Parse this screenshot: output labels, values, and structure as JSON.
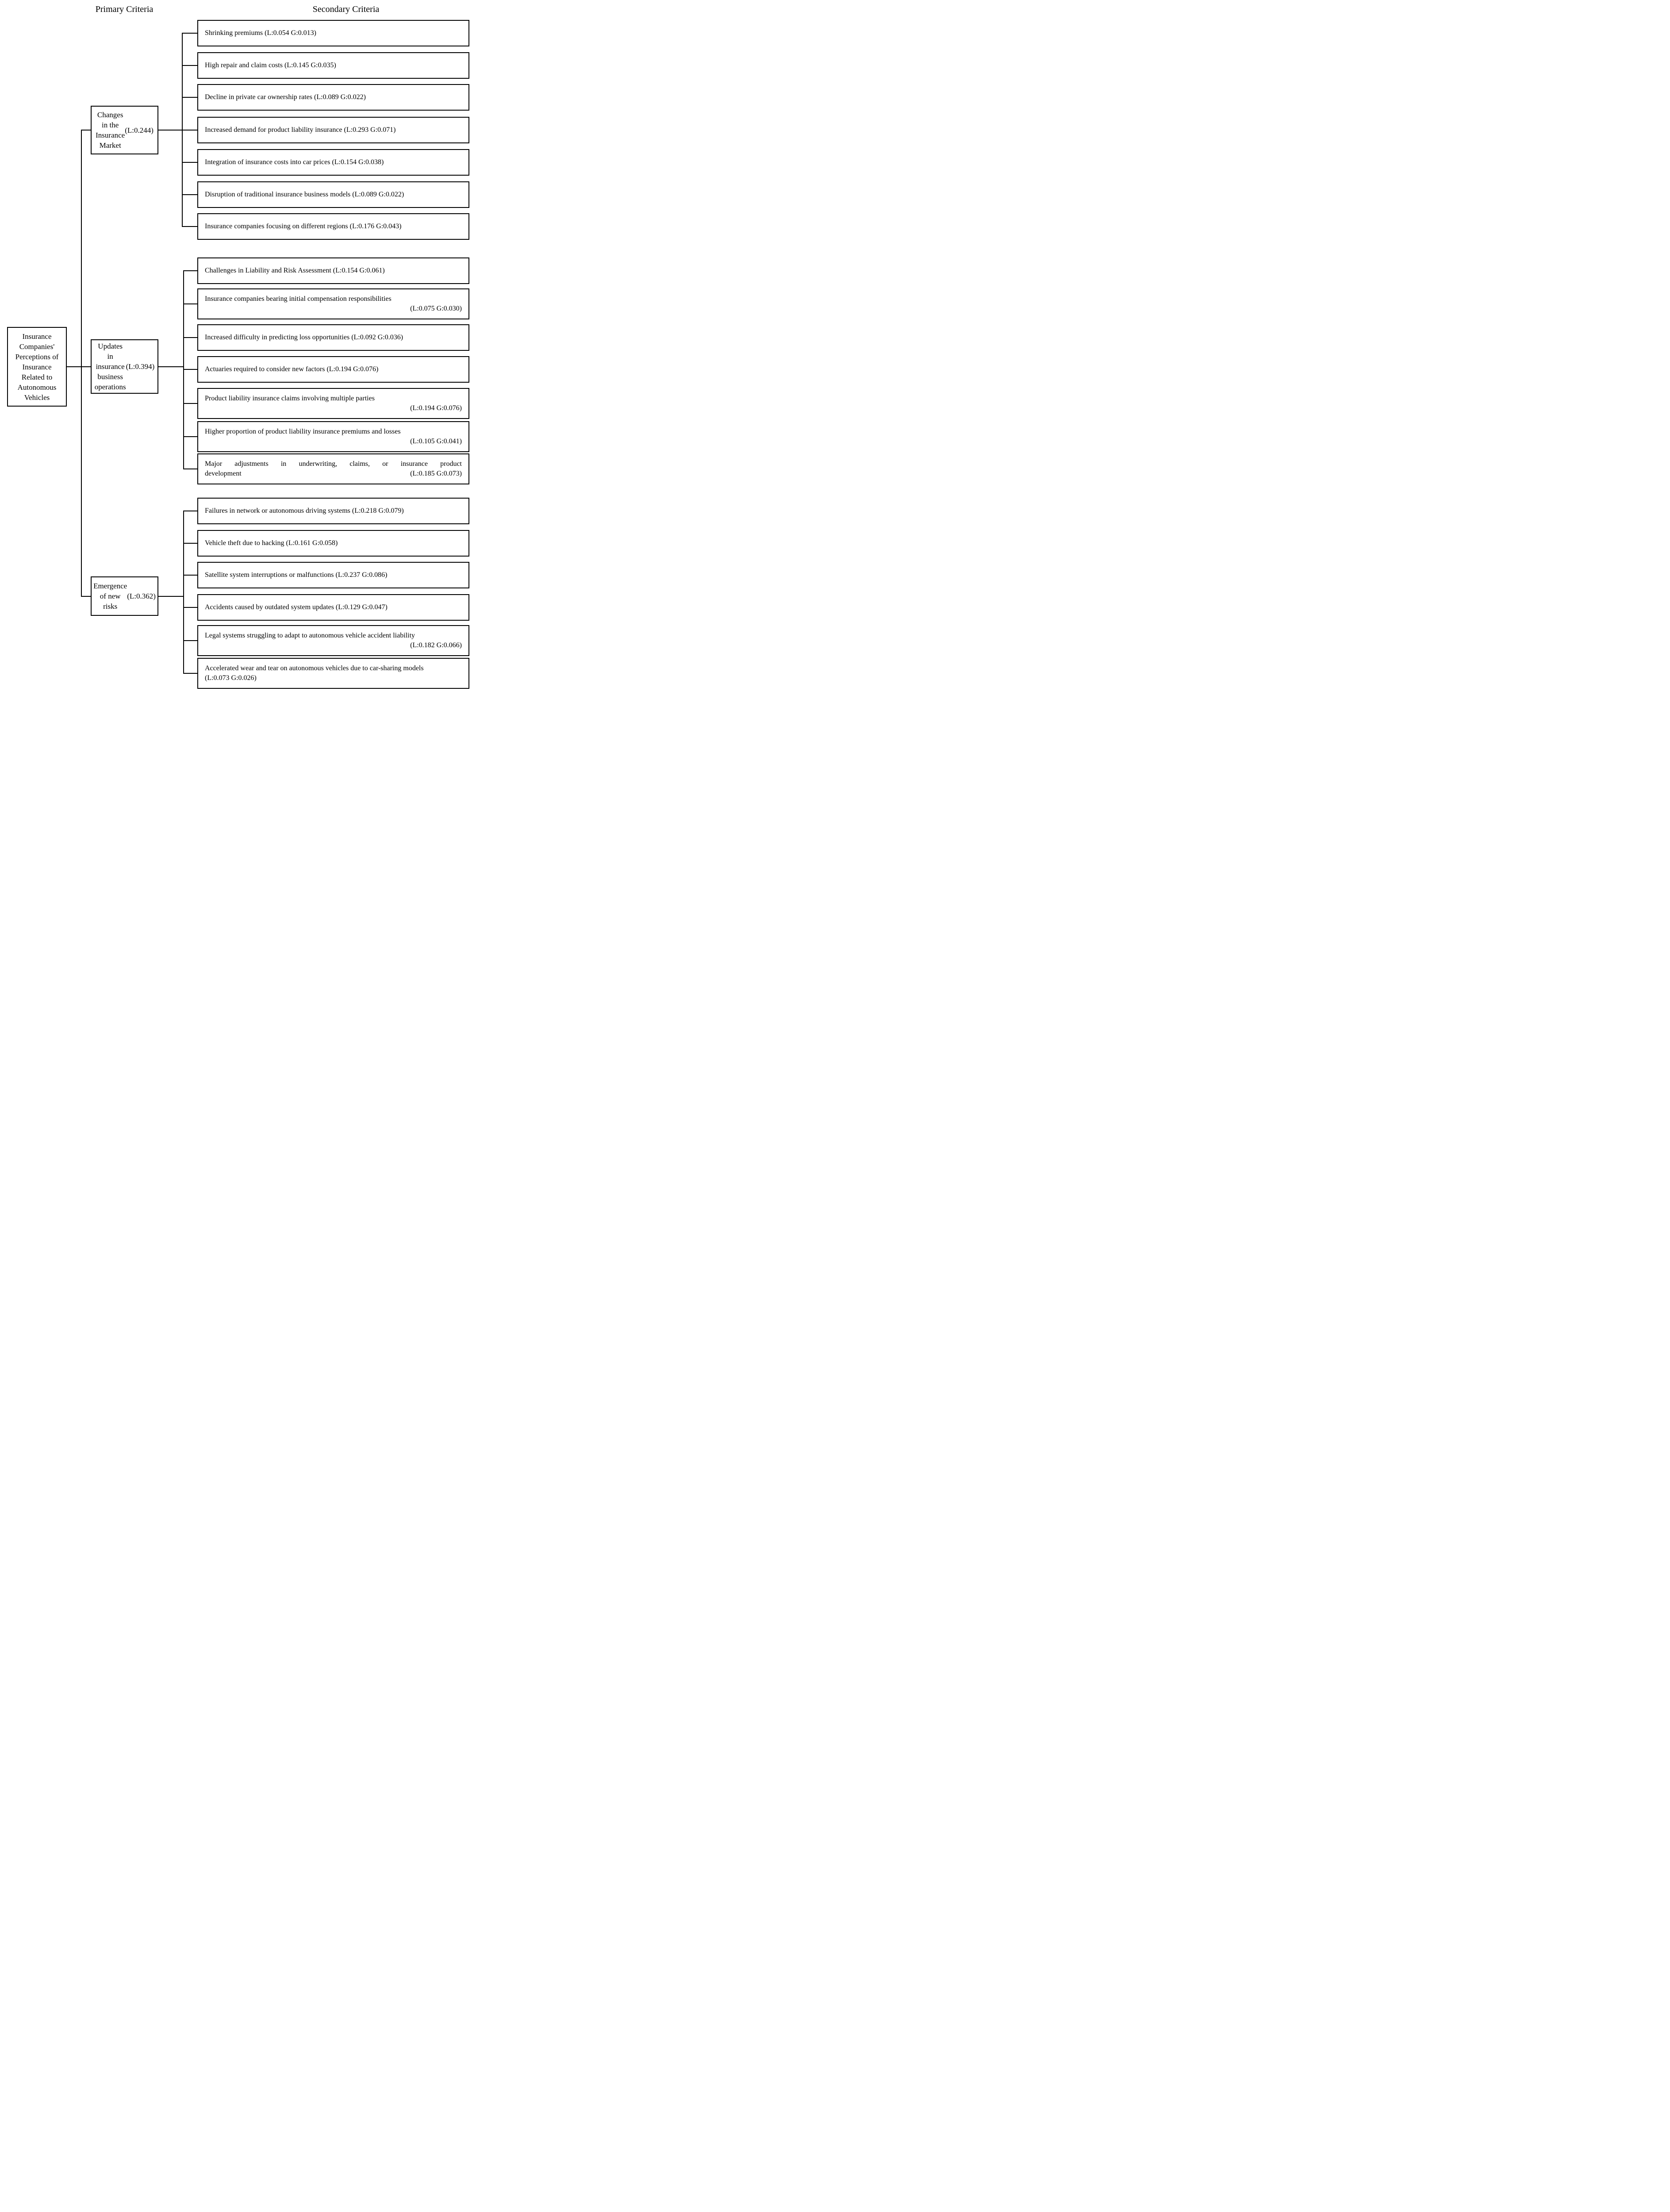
{
  "headers": {
    "primary": "Primary Criteria",
    "secondary": "Secondary Criteria"
  },
  "root": {
    "label": "Insurance Companies' Perceptions of Insurance Related to Autonomous Vehicles"
  },
  "colors": {
    "line": "#000000",
    "background": "#ffffff",
    "text": "#000000"
  },
  "groups": [
    {
      "primary": {
        "label": "Changes in the Insurance Market",
        "weight": "(L:0.244)"
      },
      "children": [
        {
          "label": "Shrinking premiums",
          "weight": "(L:0.054 G:0.013)",
          "layout": "inline"
        },
        {
          "label": "High repair and claim costs",
          "weight": "(L:0.145 G:0.035)",
          "layout": "inline"
        },
        {
          "label": "Decline in private car ownership rates",
          "weight": "(L:0.089 G:0.022)",
          "layout": "inline"
        },
        {
          "label": "Increased demand for product liability insurance",
          "weight": "(L:0.293 G:0.071)",
          "layout": "inline"
        },
        {
          "label": "Integration of insurance costs into car prices",
          "weight": "(L:0.154 G:0.038)",
          "layout": "inline"
        },
        {
          "label": "Disruption of traditional insurance business models",
          "weight": "(L:0.089 G:0.022)",
          "layout": "inline"
        },
        {
          "label": "Insurance companies focusing on different regions",
          "weight": "(L:0.176 G:0.043)",
          "layout": "inline"
        }
      ]
    },
    {
      "primary": {
        "label": "Updates in insurance business operations",
        "weight": "(L:0.394)"
      },
      "children": [
        {
          "label": "Challenges in Liability and Risk Assessment",
          "weight": "(L:0.154 G:0.061)",
          "layout": "inline"
        },
        {
          "label": "Insurance companies bearing initial compensation responsibilities",
          "weight": "(L:0.075 G:0.030)",
          "layout": "weight-right"
        },
        {
          "label": "Increased difficulty in predicting loss opportunities",
          "weight": "(L:0.092 G:0.036)",
          "layout": "inline"
        },
        {
          "label": "Actuaries required to consider new factors",
          "weight": "(L:0.194 G:0.076)",
          "layout": "inline"
        },
        {
          "label": "Product liability insurance claims involving multiple parties",
          "weight": "(L:0.194 G:0.076)",
          "layout": "weight-right"
        },
        {
          "label": "Higher proportion of product liability insurance premiums and losses",
          "weight": "(L:0.105 G:0.041)",
          "layout": "weight-right"
        },
        {
          "label": "Major adjustments in underwriting, claims, or insurance product development",
          "label_lines": [
            "Major adjustments in underwriting, claims, or insurance product",
            "development"
          ],
          "weight": "(L:0.185 G:0.073)",
          "layout": "justify-spread"
        }
      ]
    },
    {
      "primary": {
        "label": "Emergence of new risks",
        "weight": "(L:0.362)"
      },
      "children": [
        {
          "label": "Failures in network or autonomous driving systems",
          "weight": "(L:0.218 G:0.079)",
          "layout": "inline"
        },
        {
          "label": "Vehicle theft due to hacking",
          "weight": "(L:0.161 G:0.058)",
          "layout": "inline"
        },
        {
          "label": "Satellite system interruptions or malfunctions",
          "weight": "(L:0.237 G:0.086)",
          "layout": "inline"
        },
        {
          "label": "Accidents caused by outdated system updates",
          "weight": "(L:0.129 G:0.047)",
          "layout": "inline"
        },
        {
          "label": "Legal systems struggling to adapt to autonomous vehicle accident liability",
          "weight": "(L:0.182 G:0.066)",
          "layout": "weight-right"
        },
        {
          "label": "Accelerated wear and tear on autonomous vehicles due to car-sharing models",
          "weight": "(L:0.073 G:0.026)",
          "layout": "inline"
        }
      ]
    }
  ]
}
